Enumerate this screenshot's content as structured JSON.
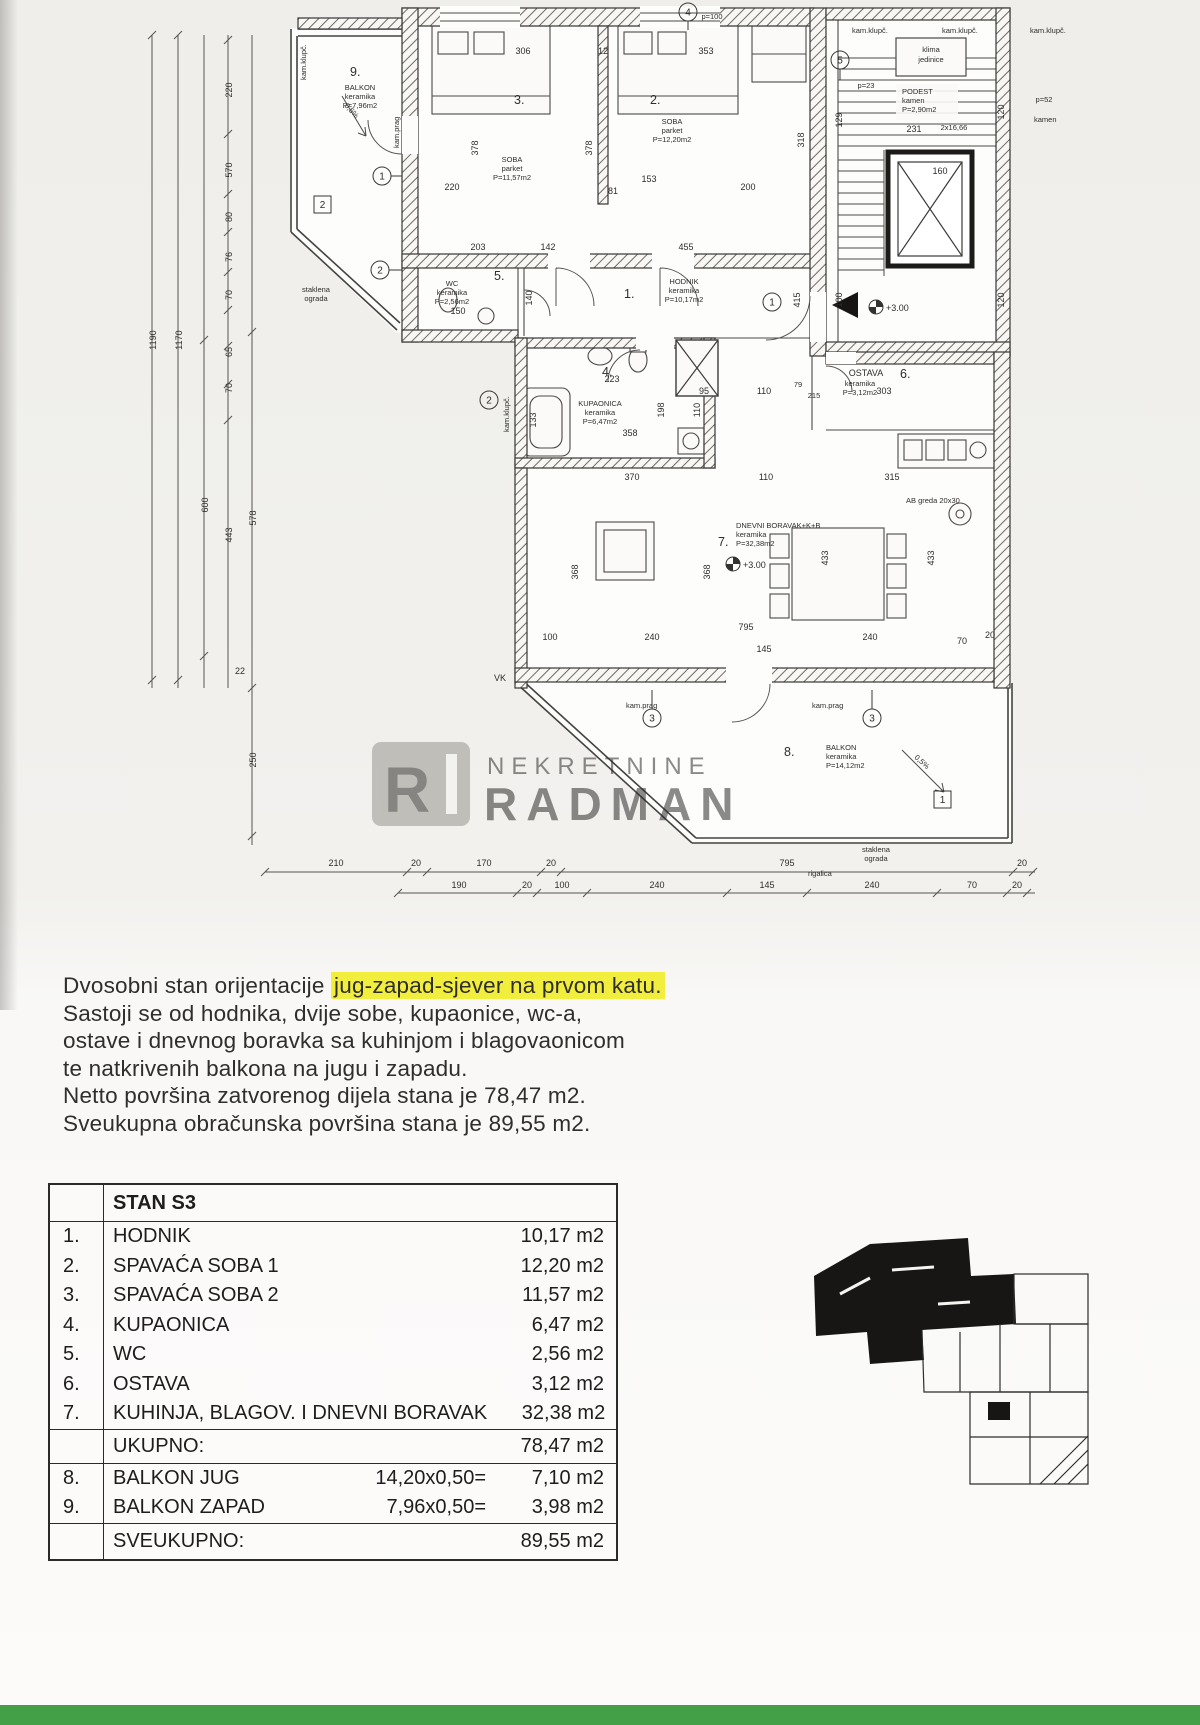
{
  "colors": {
    "highlight": "#f2ee3e",
    "footer_green": "#43a047",
    "ink": "#2e2d2b"
  },
  "wm": {
    "logo": "R",
    "top": "NEKRETNINE",
    "bottom": "RADMAN"
  },
  "plan": {
    "rooms": {
      "balkon9": {
        "num": "9.",
        "name": "BALKON",
        "mat": "keramika",
        "area": "P=7,96m2"
      },
      "soba3": {
        "num": "3.",
        "name": "SOBA",
        "mat": "parket",
        "area": "P=11,57m2"
      },
      "soba2": {
        "num": "2.",
        "name": "SOBA",
        "mat": "parket",
        "area": "P=12,20m2"
      },
      "wc5": {
        "num": "5.",
        "name": "WC",
        "mat": "keramika",
        "area": "P=2,56m2"
      },
      "hodnik1": {
        "num": "1.",
        "name": "HODNIK",
        "mat": "keramika",
        "area": "P=10,17m2"
      },
      "kupaonica4": {
        "num": "4.",
        "name": "KUPAONICA",
        "mat": "keramika",
        "area": "P=6,47m2"
      },
      "ostava6": {
        "num": "6.",
        "name": "OSTAVA",
        "mat": "keramika",
        "area": "P=3,12m2"
      },
      "dnevni7": {
        "num": "7.",
        "name": "DNEVNI BORAVAK+K+B",
        "mat": "keramika",
        "area": "P=32,38m2"
      },
      "balkon8": {
        "num": "8.",
        "name": "BALKON",
        "mat": "keramika",
        "area": "P=14,12m2"
      },
      "podest": {
        "name": "PODEST",
        "mat": "kamen",
        "area": "P=2,90m2"
      }
    },
    "labels": {
      "kam_klupc": "kam.klupč.",
      "kam_prag": "kam.prag",
      "staklena1": "staklena",
      "staklena2": "ograda",
      "rigalica": "rigalica",
      "vk": "VK",
      "level": "+3.00",
      "slope": "0,5%",
      "ab_greda": "AB greda 20x30",
      "klima1": "klima",
      "klima2": "jedinice",
      "kamen": "kamen"
    },
    "notes": [
      "p=100",
      "p=23",
      "2x16,66",
      "p=52"
    ],
    "axis": [
      "4",
      "5",
      "1",
      "2",
      "2",
      "1",
      "3",
      "3"
    ],
    "marks": {
      "sq2": "2",
      "sq1": "1"
    },
    "dims": [
      "306",
      "12",
      "353",
      "378",
      "378",
      "318",
      "220",
      "153",
      "81",
      "200",
      "203",
      "142",
      "455",
      "140",
      "150",
      "415",
      "129",
      "231",
      "160",
      "120",
      "100",
      "120",
      "95",
      "110",
      "79",
      "215",
      "303",
      "133",
      "223",
      "358",
      "198",
      "110",
      "370",
      "110",
      "315",
      "368",
      "368",
      "433",
      "433",
      "100",
      "240",
      "795",
      "145",
      "240",
      "70",
      "20",
      "1190",
      "1170",
      "600",
      "443",
      "578",
      "220",
      "570",
      "80",
      "76",
      "70",
      "65",
      "70",
      "250",
      "22",
      "210",
      "20",
      "170",
      "20",
      "795",
      "20",
      "190",
      "20",
      "100",
      "240",
      "145",
      "240",
      "70",
      "20"
    ]
  },
  "desc": {
    "l1a": "Dvosobni stan orijentacije ",
    "l1b": "jug-zapad-sjever na prvom katu.",
    "l2": "Sastoji se od hodnika, dvije sobe, kupaonice, wc-a,",
    "l3": "ostave i dnevnog boravka sa kuhinjom i blagovaonicom",
    "l4": "te natkrivenih balkona na jugu i zapadu.",
    "l5": "Netto površina zatvorenog dijela stana je 78,47 m2.",
    "l6": "Sveukupna obračunska površina stana je 89,55 m2."
  },
  "table": {
    "title": "STAN S3",
    "rows": [
      {
        "num": "1.",
        "name": "HODNIK",
        "value": "10,17 m2"
      },
      {
        "num": "2.",
        "name": "SPAVAĆA SOBA 1",
        "value": "12,20 m2"
      },
      {
        "num": "3.",
        "name": "SPAVAĆA SOBA 2",
        "value": "11,57 m2"
      },
      {
        "num": "4.",
        "name": "KUPAONICA",
        "value": "6,47 m2"
      },
      {
        "num": "5.",
        "name": "WC",
        "value": "2,56 m2"
      },
      {
        "num": "6.",
        "name": "OSTAVA",
        "value": "3,12 m2"
      },
      {
        "num": "7.",
        "name": "KUHINJA, BLAGOV. I DNEVNI BORAVAK",
        "value": "32,38 m2"
      }
    ],
    "subtotal": {
      "label": "UKUPNO:",
      "value": "78,47 m2"
    },
    "brows": [
      {
        "num": "8.",
        "name": "BALKON JUG",
        "calc": "14,20x0,50=",
        "value": "7,10 m2"
      },
      {
        "num": "9.",
        "name": "BALKON ZAPAD",
        "calc": "7,96x0,50=",
        "value": "3,98 m2"
      }
    ],
    "total": {
      "label": "SVEUKUPNO:",
      "value": "89,55 m2"
    }
  }
}
